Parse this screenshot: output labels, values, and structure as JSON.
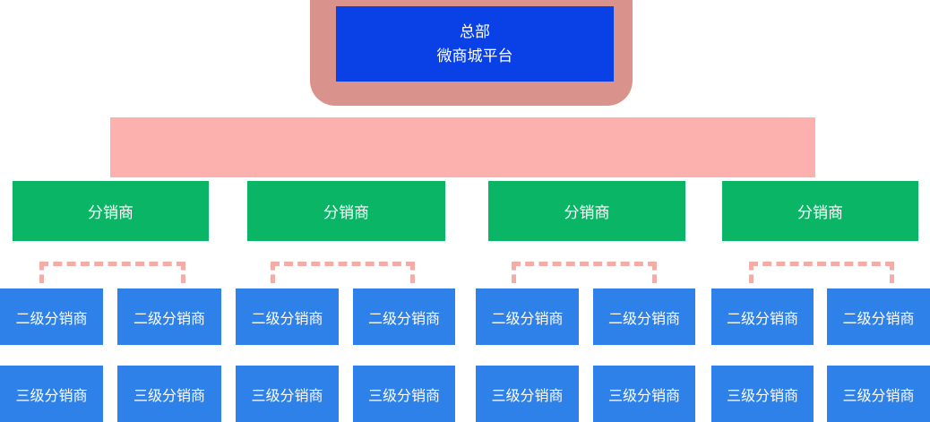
{
  "root": {
    "line1": "总部",
    "line2": "微商城平台"
  },
  "level1_nodes": [
    "分销商",
    "分销商",
    "分销商",
    "分销商"
  ],
  "level2_nodes": [
    "二级分销商",
    "二级分销商",
    "二级分销商",
    "二级分销商",
    "二级分销商",
    "二级分销商",
    "二级分销商",
    "二级分销商"
  ],
  "level3_nodes": [
    "三级分销商",
    "三级分销商",
    "三级分销商",
    "三级分销商",
    "三级分销商",
    "三级分销商",
    "三级分销商",
    "三级分销商"
  ],
  "colors": {
    "root_box": "#0A41E6",
    "root_frame": "#D9938C",
    "connector_bar": "#FDB1AF",
    "bracket": "#F3ACA6",
    "level1_box": "#0AB565",
    "level23_box": "#2E81E9",
    "text": "#FFFFFF"
  }
}
